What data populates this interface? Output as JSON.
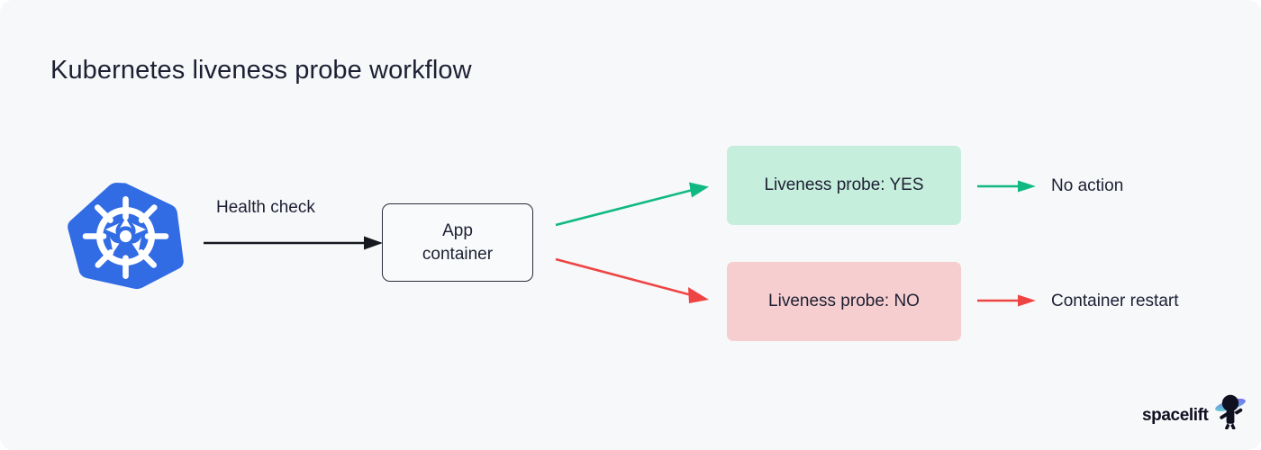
{
  "page": {
    "title": "Kubernetes liveness probe workflow",
    "background_color": "#f7f8fa",
    "text_color": "#1d2033"
  },
  "diagram": {
    "source_node": {
      "icon": "kubernetes-logo-icon",
      "color": "#326ce5"
    },
    "health_check": {
      "label": "Health check",
      "arrow_color": "#16181f"
    },
    "app_container": {
      "line1": "App",
      "line2": "container",
      "border_color": "#2b2d3a"
    },
    "branches": [
      {
        "id": "yes",
        "box_label": "Liveness probe: YES",
        "box_color": "#c6eedc",
        "arrow_color": "#0fb981",
        "result_label": "No action"
      },
      {
        "id": "no",
        "box_label": "Liveness probe: NO",
        "box_color": "#f6ced0",
        "arrow_color": "#ee4444",
        "result_label": "Container restart"
      }
    ]
  },
  "branding": {
    "wordmark": "spacelift",
    "mark_icon": "astronaut-planet-icon",
    "ring_color_start": "#5ee0d0",
    "ring_color_end": "#7b5cf0",
    "mark_color": "#0f1020"
  }
}
